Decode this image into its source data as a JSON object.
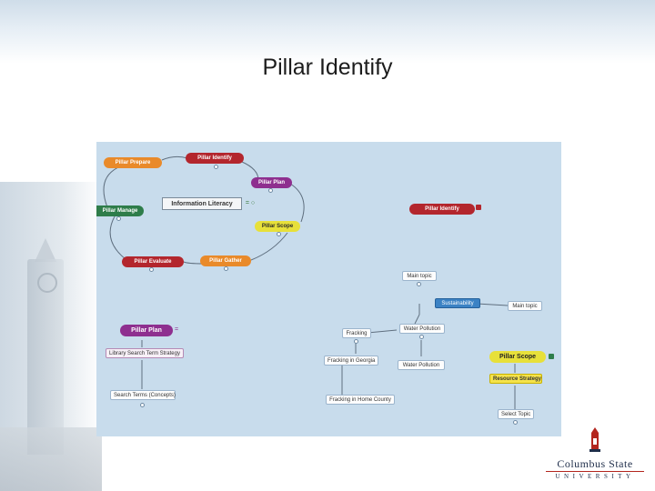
{
  "slide": {
    "title": "Pillar Identify",
    "accent_colors": {
      "orange": "#e98a2a",
      "red": "#b3262d",
      "purple": "#8e2f8f",
      "green": "#2e7d4a",
      "yellow": "#e7e03a",
      "blue": "#3b82c4"
    }
  },
  "mindmap_cycle": {
    "center": "Information Literacy",
    "center_badge": "= ○",
    "pillars": [
      "Pillar Prepare",
      "Pillar Identify",
      "Pillar Plan",
      "Pillar Scope",
      "Pillar Gather",
      "Pillar Evaluate",
      "Pillar Manage"
    ]
  },
  "identify_map": {
    "root": "Pillar Identify",
    "nodes": [
      "Main topic",
      "Sustainability",
      "Main topic",
      "Water Pollution",
      "Fracking",
      "Fracking in Georgia",
      "Water Pollution",
      "Fracking in Home County"
    ]
  },
  "plan_map": {
    "root": "Pillar Plan",
    "root_badge": "=",
    "nodes": [
      "Library Search Term Strategy",
      "Search Terms (Concepts)"
    ]
  },
  "scope_map": {
    "root": "Pillar Scope",
    "nodes": [
      "Resource Strategy",
      "Select Topic"
    ]
  },
  "logo": {
    "name": "Columbus State",
    "sub": "UNIVERSITY"
  }
}
